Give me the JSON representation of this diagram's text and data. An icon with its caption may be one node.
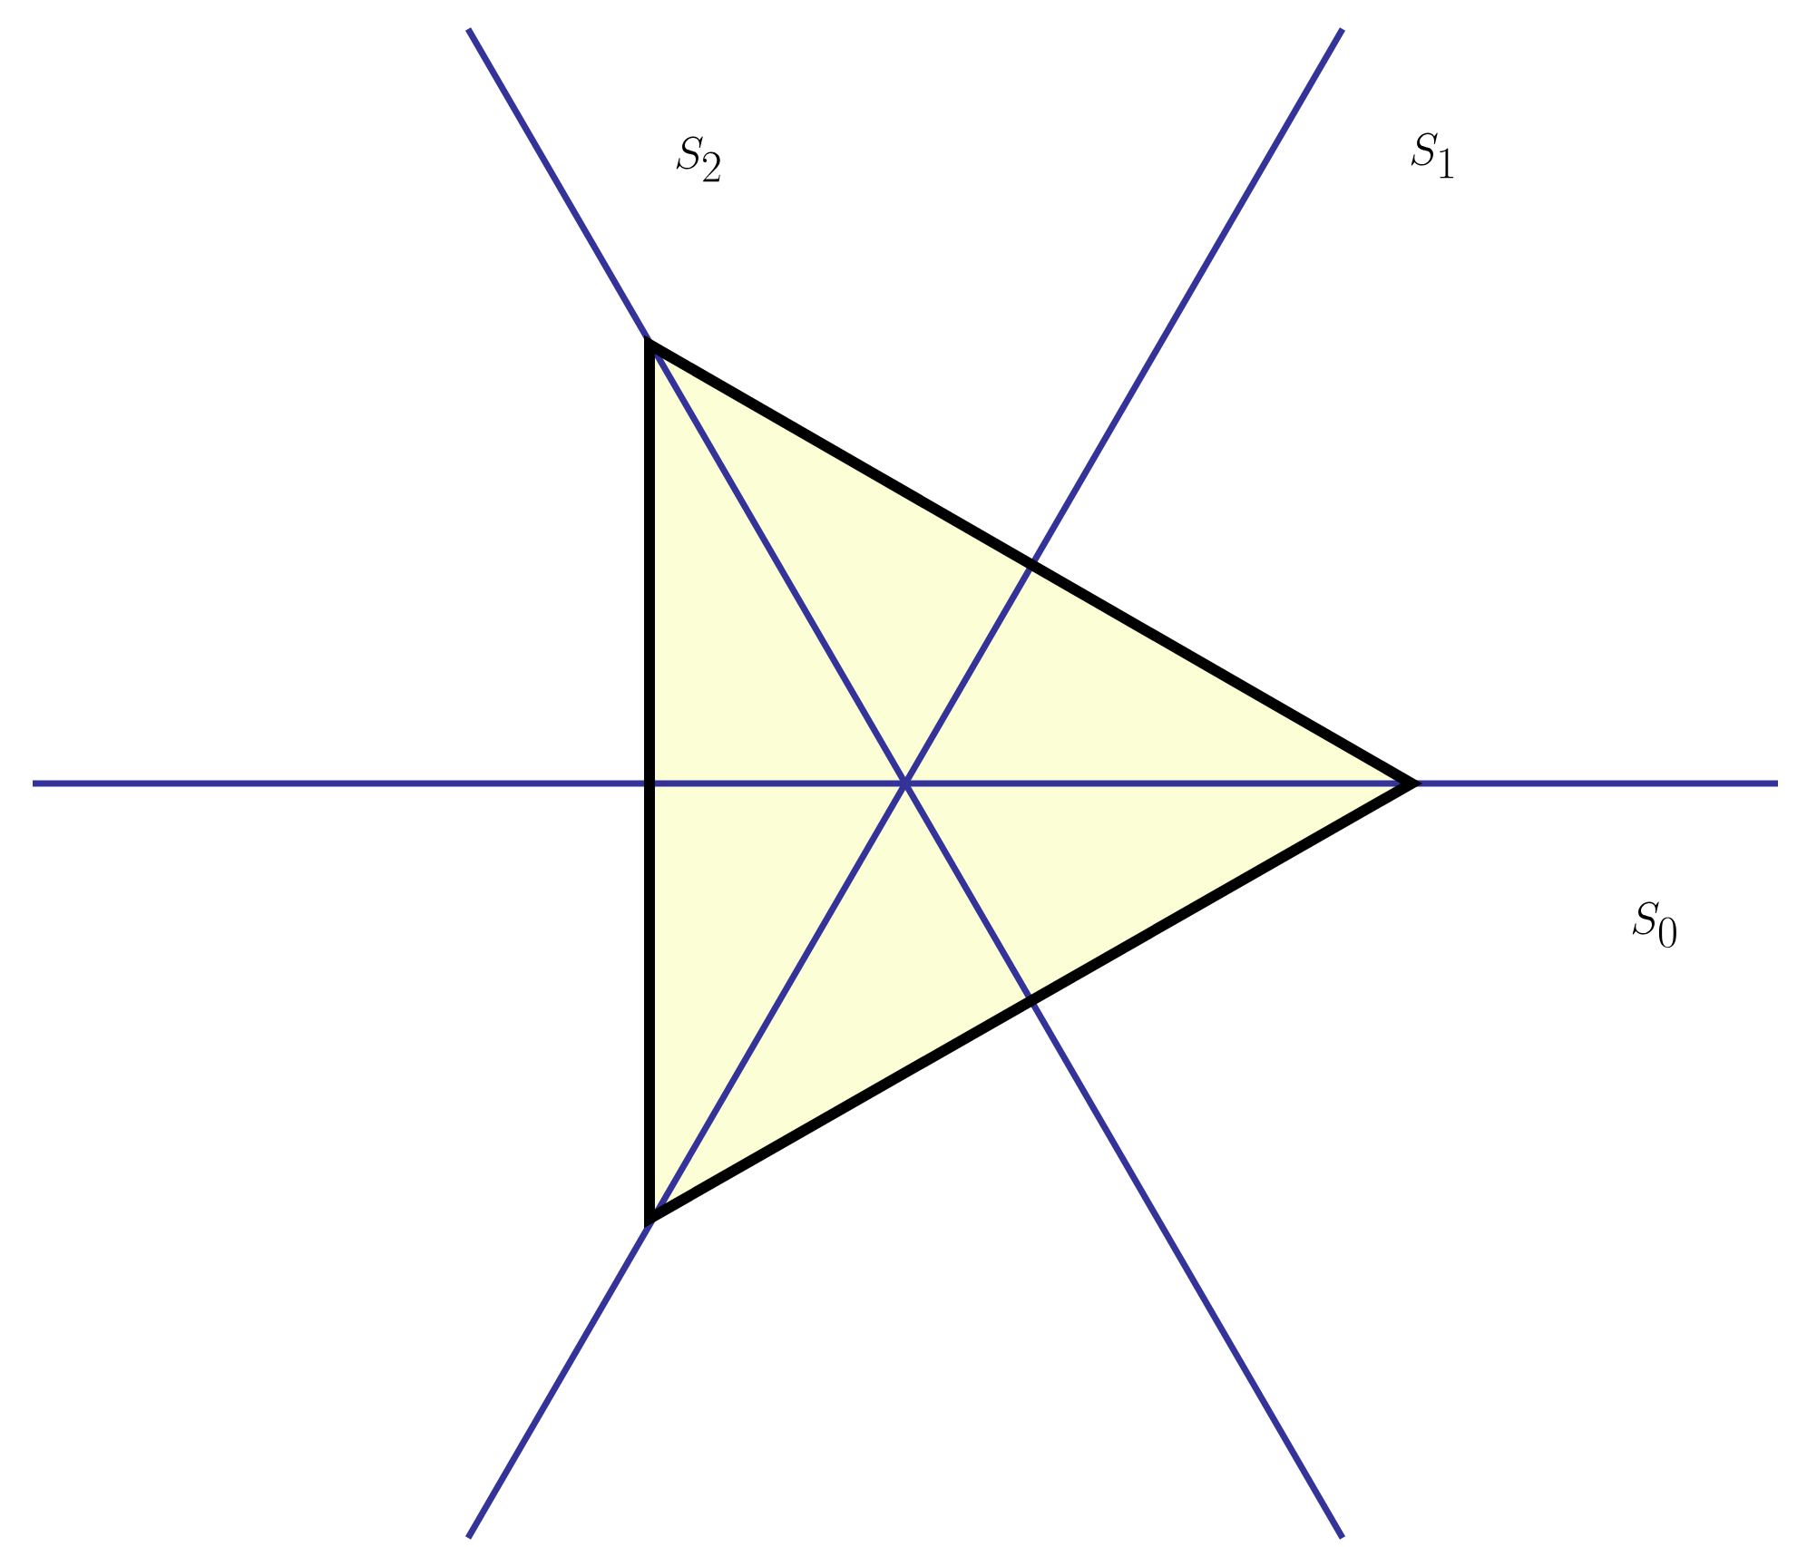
{
  "diagram": {
    "labels": [
      "S_2",
      "S_1",
      "S_0"
    ]
  }
}
